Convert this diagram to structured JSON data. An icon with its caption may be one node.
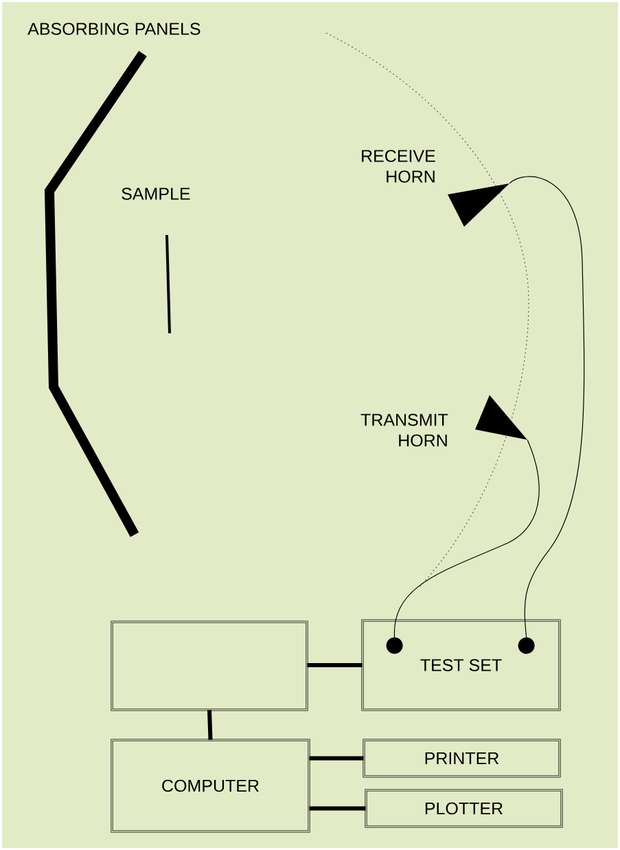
{
  "diagram": {
    "nodes": [
      {
        "text": [],
        "shape": "triangle",
        "beside": [
          "RECEIVE HORN"
        ]
      },
      {
        "text": [],
        "shape": "triangle",
        "beside": [
          "TRANSMIT HORN"
        ]
      },
      {
        "text": [],
        "shape": "box"
      },
      {
        "text": [
          "TEST SET"
        ]
      },
      {
        "text": [],
        "shape": "circle",
        "in": 3
      },
      {
        "text": [],
        "shape": "circle",
        "in": 3
      },
      {
        "text": [
          "COMPUTER"
        ]
      },
      {
        "text": [
          "PRINTER"
        ]
      },
      {
        "text": [
          "PLOTTER"
        ]
      }
    ],
    "edges": [
      {
        "from": 0,
        "to": 5,
        "arrow": "none"
      },
      {
        "from": 1,
        "to": 4,
        "arrow": "none"
      },
      {
        "from": 2,
        "to": 3,
        "arrow": "none"
      },
      {
        "from": 2,
        "to": 6,
        "arrow": "none"
      },
      {
        "from": 6,
        "to": 7,
        "arrow": "none"
      },
      {
        "from": 6,
        "to": 8,
        "arrow": "none"
      }
    ],
    "labels": [
      "ABSORBING PANELS",
      "SAMPLE"
    ]
  }
}
